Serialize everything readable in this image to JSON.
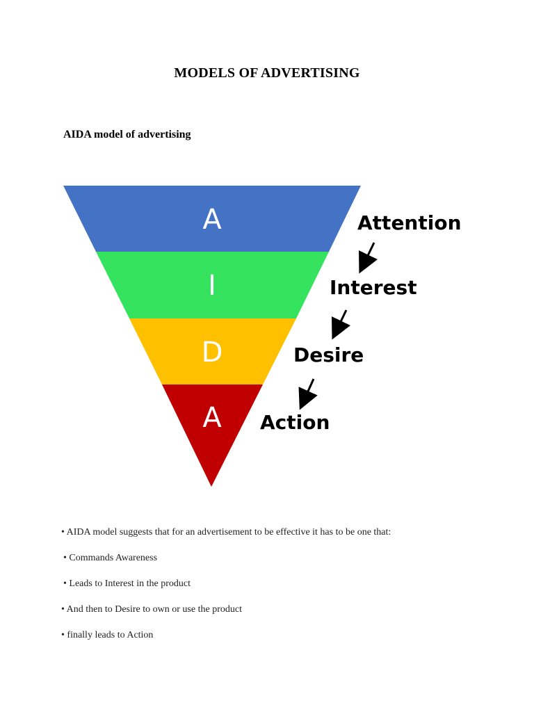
{
  "document": {
    "title": "MODELS OF ADVERTISING",
    "section_heading": "AIDA model of advertising"
  },
  "diagram": {
    "funnel_levels": [
      {
        "letter": "A",
        "label": "Attention",
        "color": "#4472c4"
      },
      {
        "letter": "I",
        "label": "Interest",
        "color": "#35e35f"
      },
      {
        "letter": "D",
        "label": "Desire",
        "color": "#ffc000"
      },
      {
        "letter": "A",
        "label": "Action",
        "color": "#c00000"
      }
    ],
    "arrow_icon": "arrow-down-left-icon"
  },
  "bullets": [
    "• AIDA model suggests that for an advertisement to be effective it has to be one that:",
    " • Commands Awareness",
    " • Leads to Interest in the product",
    "• And then to Desire to own or use the product",
    "• finally leads to Action"
  ]
}
